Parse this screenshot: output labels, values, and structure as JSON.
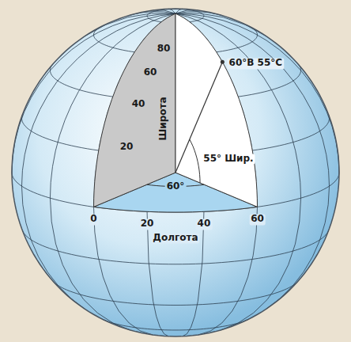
{
  "diagram": {
    "labels": [
      "80",
      "60",
      "40",
      "20",
      "Широта",
      "60°В 55°С",
      "55° Шир.",
      "60°",
      "0",
      "20",
      "40",
      "60",
      "Долгота"
    ]
  }
}
